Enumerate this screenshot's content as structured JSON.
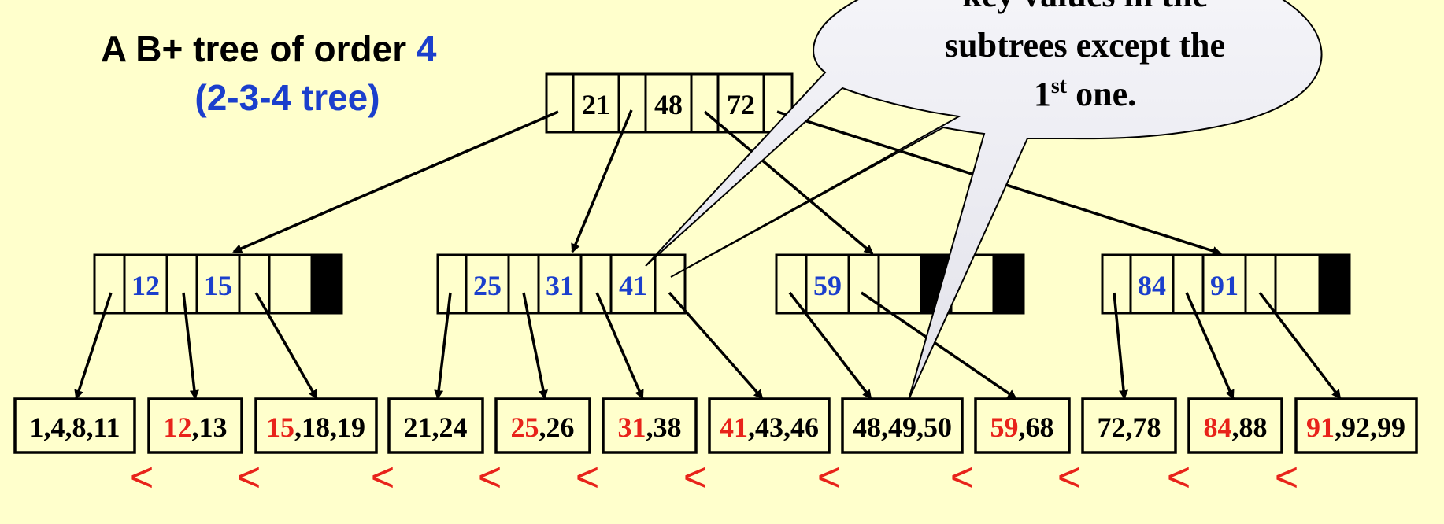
{
  "title": {
    "line1_prefix": "A B+ tree of order ",
    "line1_order": "4",
    "line2": "(2-3-4 tree)"
  },
  "root": {
    "keys": [
      "21",
      "48",
      "72"
    ]
  },
  "internal_nodes": [
    {
      "keys": [
        "12",
        "15"
      ]
    },
    {
      "keys": [
        "25",
        "31",
        "41"
      ]
    },
    {
      "keys": [
        "59"
      ]
    },
    {
      "keys": [
        "84",
        "91"
      ]
    }
  ],
  "leaves": [
    {
      "lead": "",
      "rest": "1,4,8,11"
    },
    {
      "lead": "12",
      "rest": ",13"
    },
    {
      "lead": "15",
      "rest": ",18,19"
    },
    {
      "lead": "",
      "rest": "21,24"
    },
    {
      "lead": "25",
      "rest": ",26"
    },
    {
      "lead": "31",
      "rest": ",38"
    },
    {
      "lead": "41",
      "rest": ",43,46"
    },
    {
      "lead": "",
      "rest": "48,49,50"
    },
    {
      "lead": "59",
      "rest": ",68"
    },
    {
      "lead": "",
      "rest": "72,78"
    },
    {
      "lead": "84",
      "rest": ",88"
    },
    {
      "lead": "91",
      "rest": ",92,99"
    }
  ],
  "less_than_symbol": "<",
  "callout": {
    "line1": "key values in the",
    "line2": "subtrees except the",
    "line3_number": "1",
    "line3_sup": "st",
    "line3_rest": " one."
  },
  "colors": {
    "background": "#FFFFCC",
    "internal_key": "#1B3FCC",
    "leaf_first_key": "#E8231A",
    "less_than": "#E8231A",
    "title_order": "#1B3FCC",
    "bubble_fill": "#EDEDF2"
  }
}
